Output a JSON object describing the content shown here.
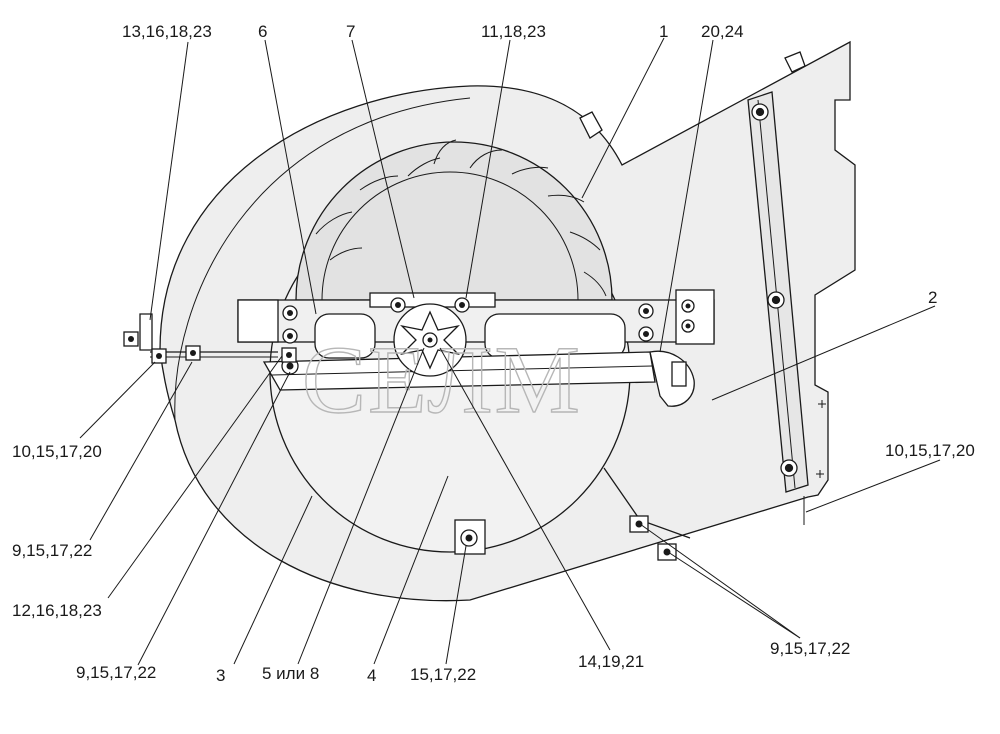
{
  "labels": {
    "l_13_16_18_23": "13,16,18,23",
    "l_6": "6",
    "l_7": "7",
    "l_11_18_23": "11,18,23",
    "l_1": "1",
    "l_20_24": "20,24",
    "l_2": "2",
    "l_10_15_17_20_right": "10,15,17,20",
    "l_10_15_17_20_left": "10,15,17,20",
    "l_9_15_17_22_a": "9,15,17,22",
    "l_12_16_18_23": "12,16,18,23",
    "l_9_15_17_22_b": "9,15,17,22",
    "l_3": "3",
    "l_5_ili_8": "5 или 8",
    "l_4": "4",
    "l_15_17_22": "15,17,22",
    "l_14_19_21": "14,19,21",
    "l_9_15_17_22_right": "9,15,17,22"
  },
  "watermark": "СЕЛМ",
  "colors": {
    "line": "#1a1a1a",
    "fill_light": "#eeeeee",
    "fill_mid": "#e2e2e2",
    "fill_dark": "#d4d4d4",
    "watermark": "#b7b7b7"
  }
}
